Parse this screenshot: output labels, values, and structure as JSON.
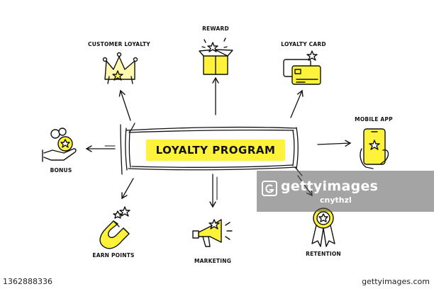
{
  "diagram": {
    "title": "LOYALTY PROGRAM",
    "highlight_color": "#fff23a",
    "ink_color": "#111111",
    "nodes": [
      {
        "id": "customer-loyalty",
        "label": "CUSTOMER LOYALTY",
        "icon": "crown-icon"
      },
      {
        "id": "reward",
        "label": "REWARD",
        "icon": "gift-box-icon"
      },
      {
        "id": "loyalty-card",
        "label": "LOYALTY CARD",
        "icon": "credit-card-icon"
      },
      {
        "id": "mobile-app",
        "label": "MOBILE APP",
        "icon": "smartphone-icon"
      },
      {
        "id": "bonus",
        "label": "BONUS",
        "icon": "coin-hand-icon"
      },
      {
        "id": "earn-points",
        "label": "EARN POINTS",
        "icon": "magnet-icon"
      },
      {
        "id": "marketing",
        "label": "MARKETING",
        "icon": "megaphone-icon"
      },
      {
        "id": "retention",
        "label": "RETENTION",
        "icon": "award-ribbon-icon"
      }
    ]
  },
  "watermark": {
    "brand": "gettyimages",
    "credit": "cnythzl"
  },
  "footer": {
    "id_text": "1362888336",
    "site": "gettyimages.com"
  }
}
